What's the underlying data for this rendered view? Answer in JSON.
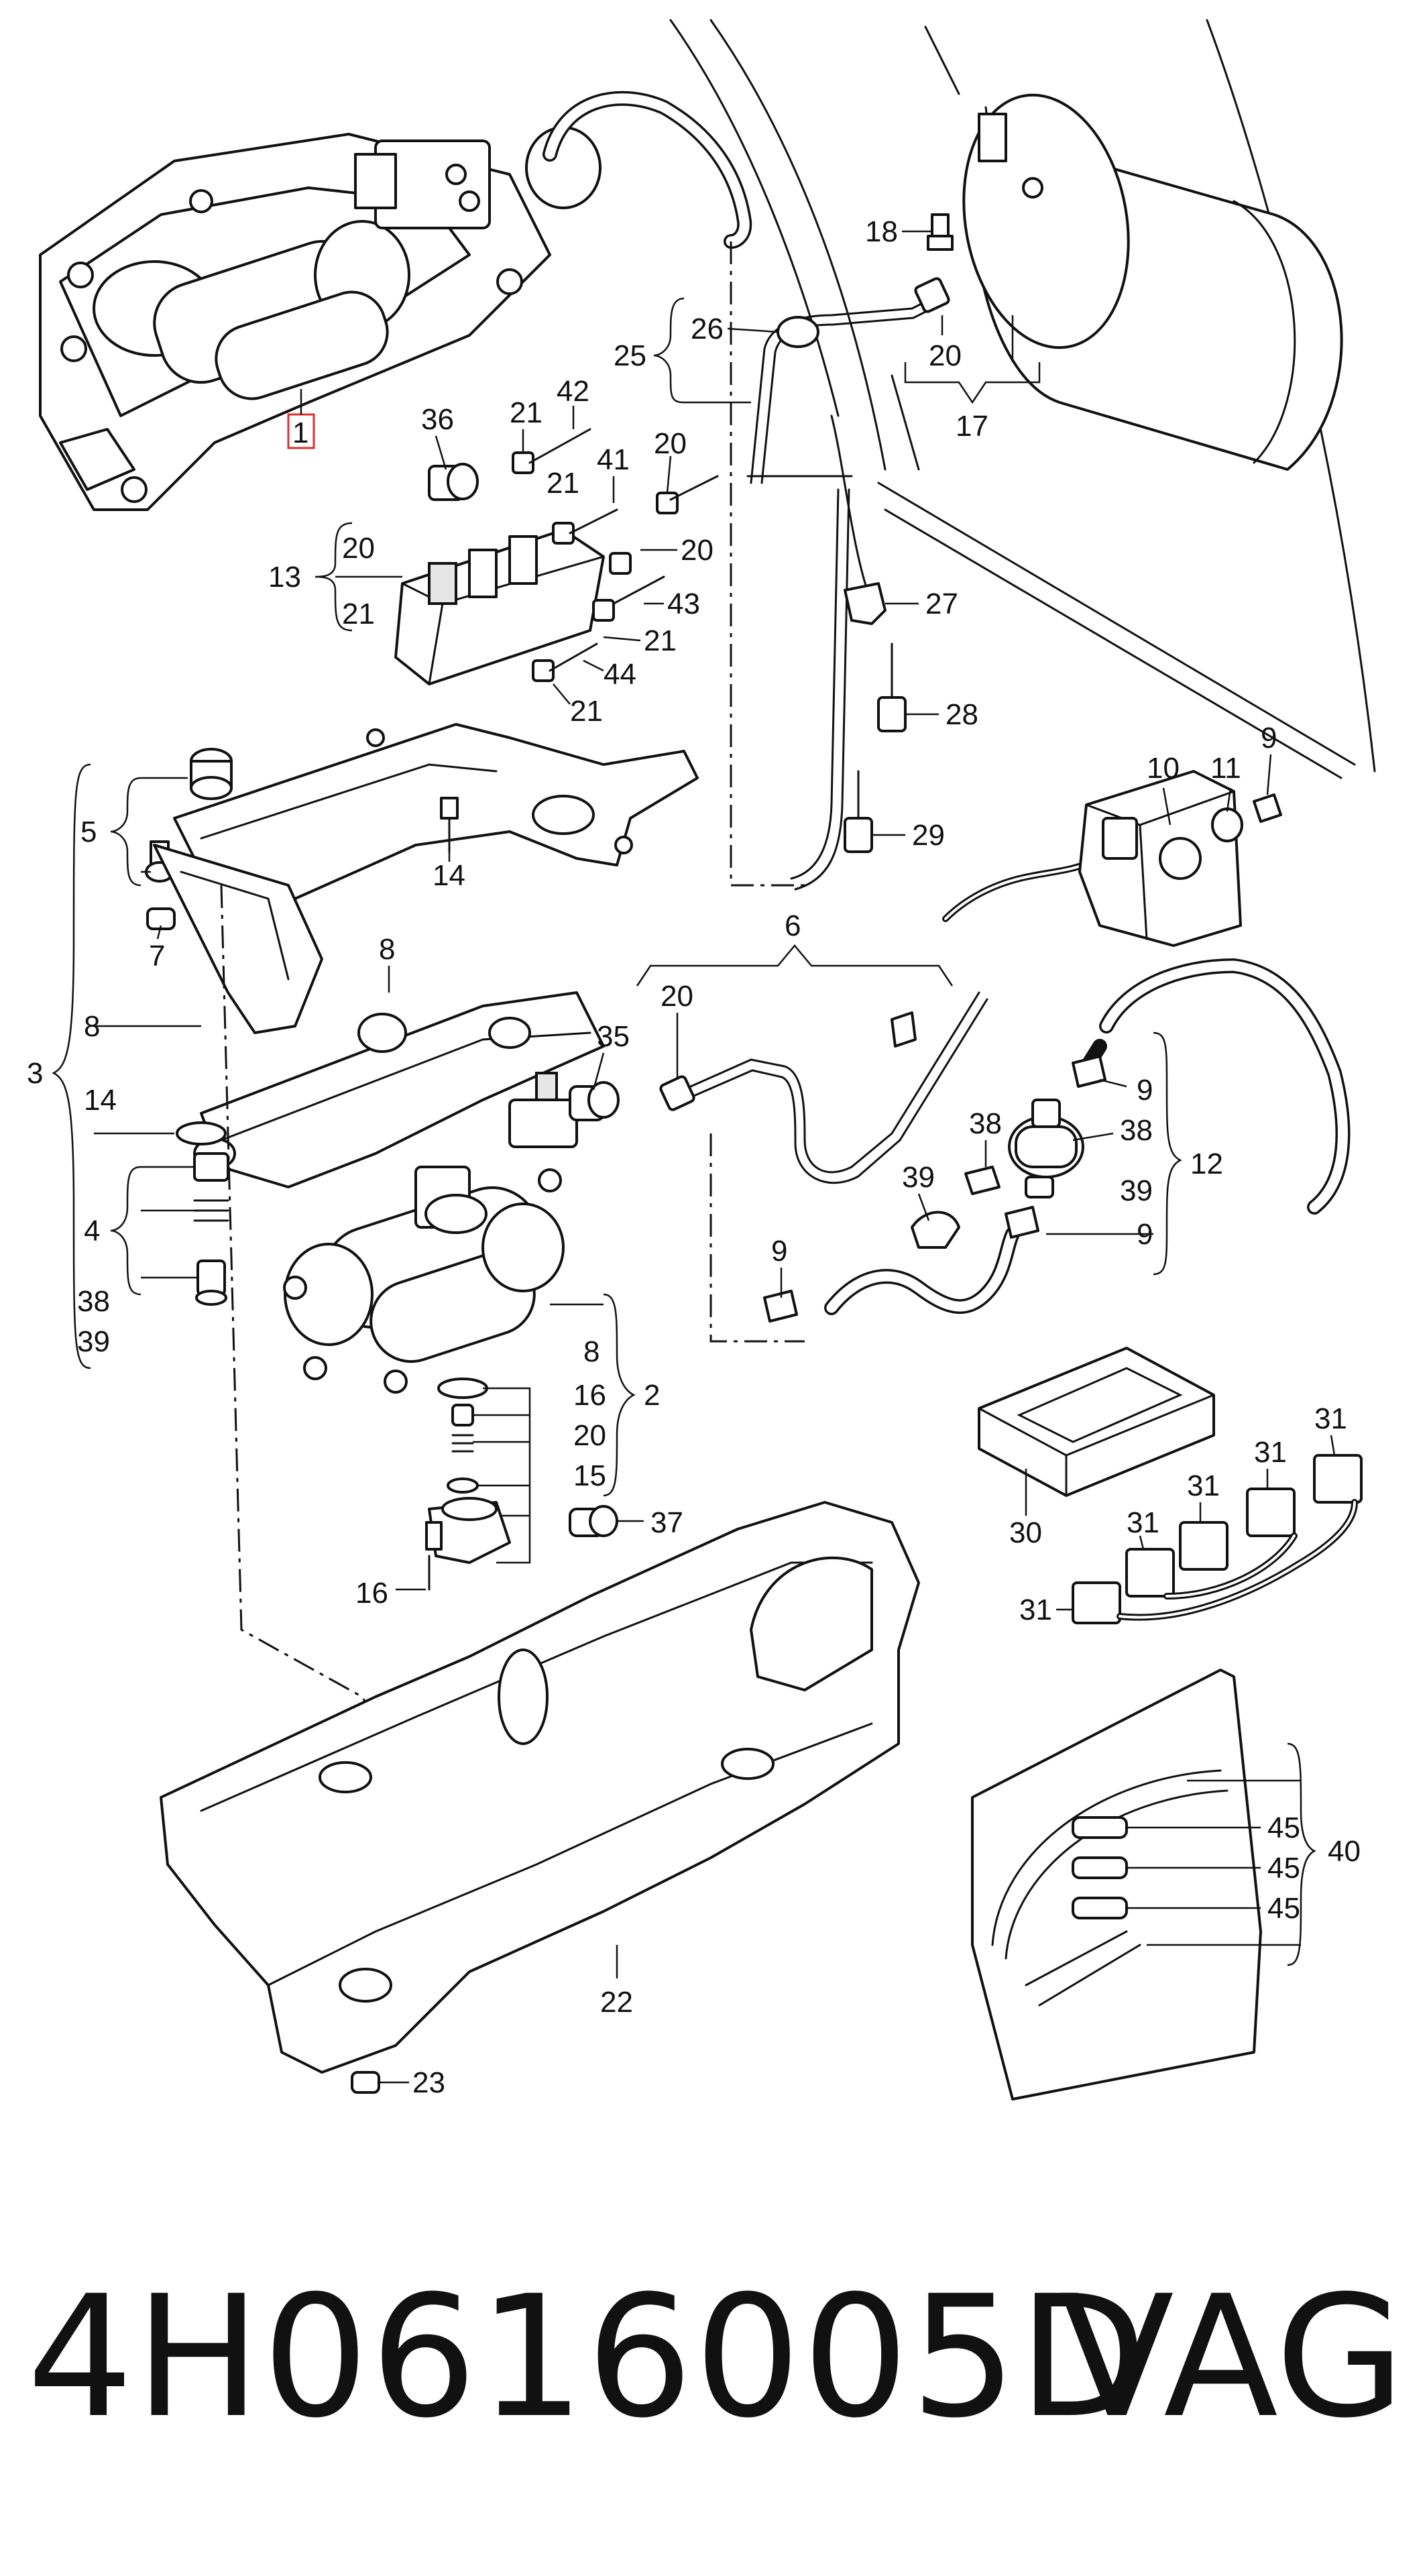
{
  "labels": {
    "l1": "1",
    "l2": "2",
    "l3": "3",
    "l4": "4",
    "l5": "5",
    "l6": "6",
    "l7": "7",
    "l8": "8",
    "l9": "9",
    "l10": "10",
    "l11": "11",
    "l12": "12",
    "l13": "13",
    "l14": "14",
    "l15": "15",
    "l16": "16",
    "l17": "17",
    "l18": "18",
    "l20": "20",
    "l21": "21",
    "l22": "22",
    "l23": "23",
    "l25": "25",
    "l26": "26",
    "l27": "27",
    "l28": "28",
    "l29": "29",
    "l30": "30",
    "l31": "31",
    "l35": "35",
    "l36": "36",
    "l37": "37",
    "l38": "38",
    "l39": "39",
    "l40": "40",
    "l41": "41",
    "l42": "42",
    "l43": "43",
    "l44": "44",
    "l45": "45"
  },
  "footer": {
    "part_number": "4H0616005D",
    "brand": "VAG"
  },
  "colors": {
    "line": "#111111",
    "background": "#ffffff",
    "highlight_box": "#e0302c"
  }
}
